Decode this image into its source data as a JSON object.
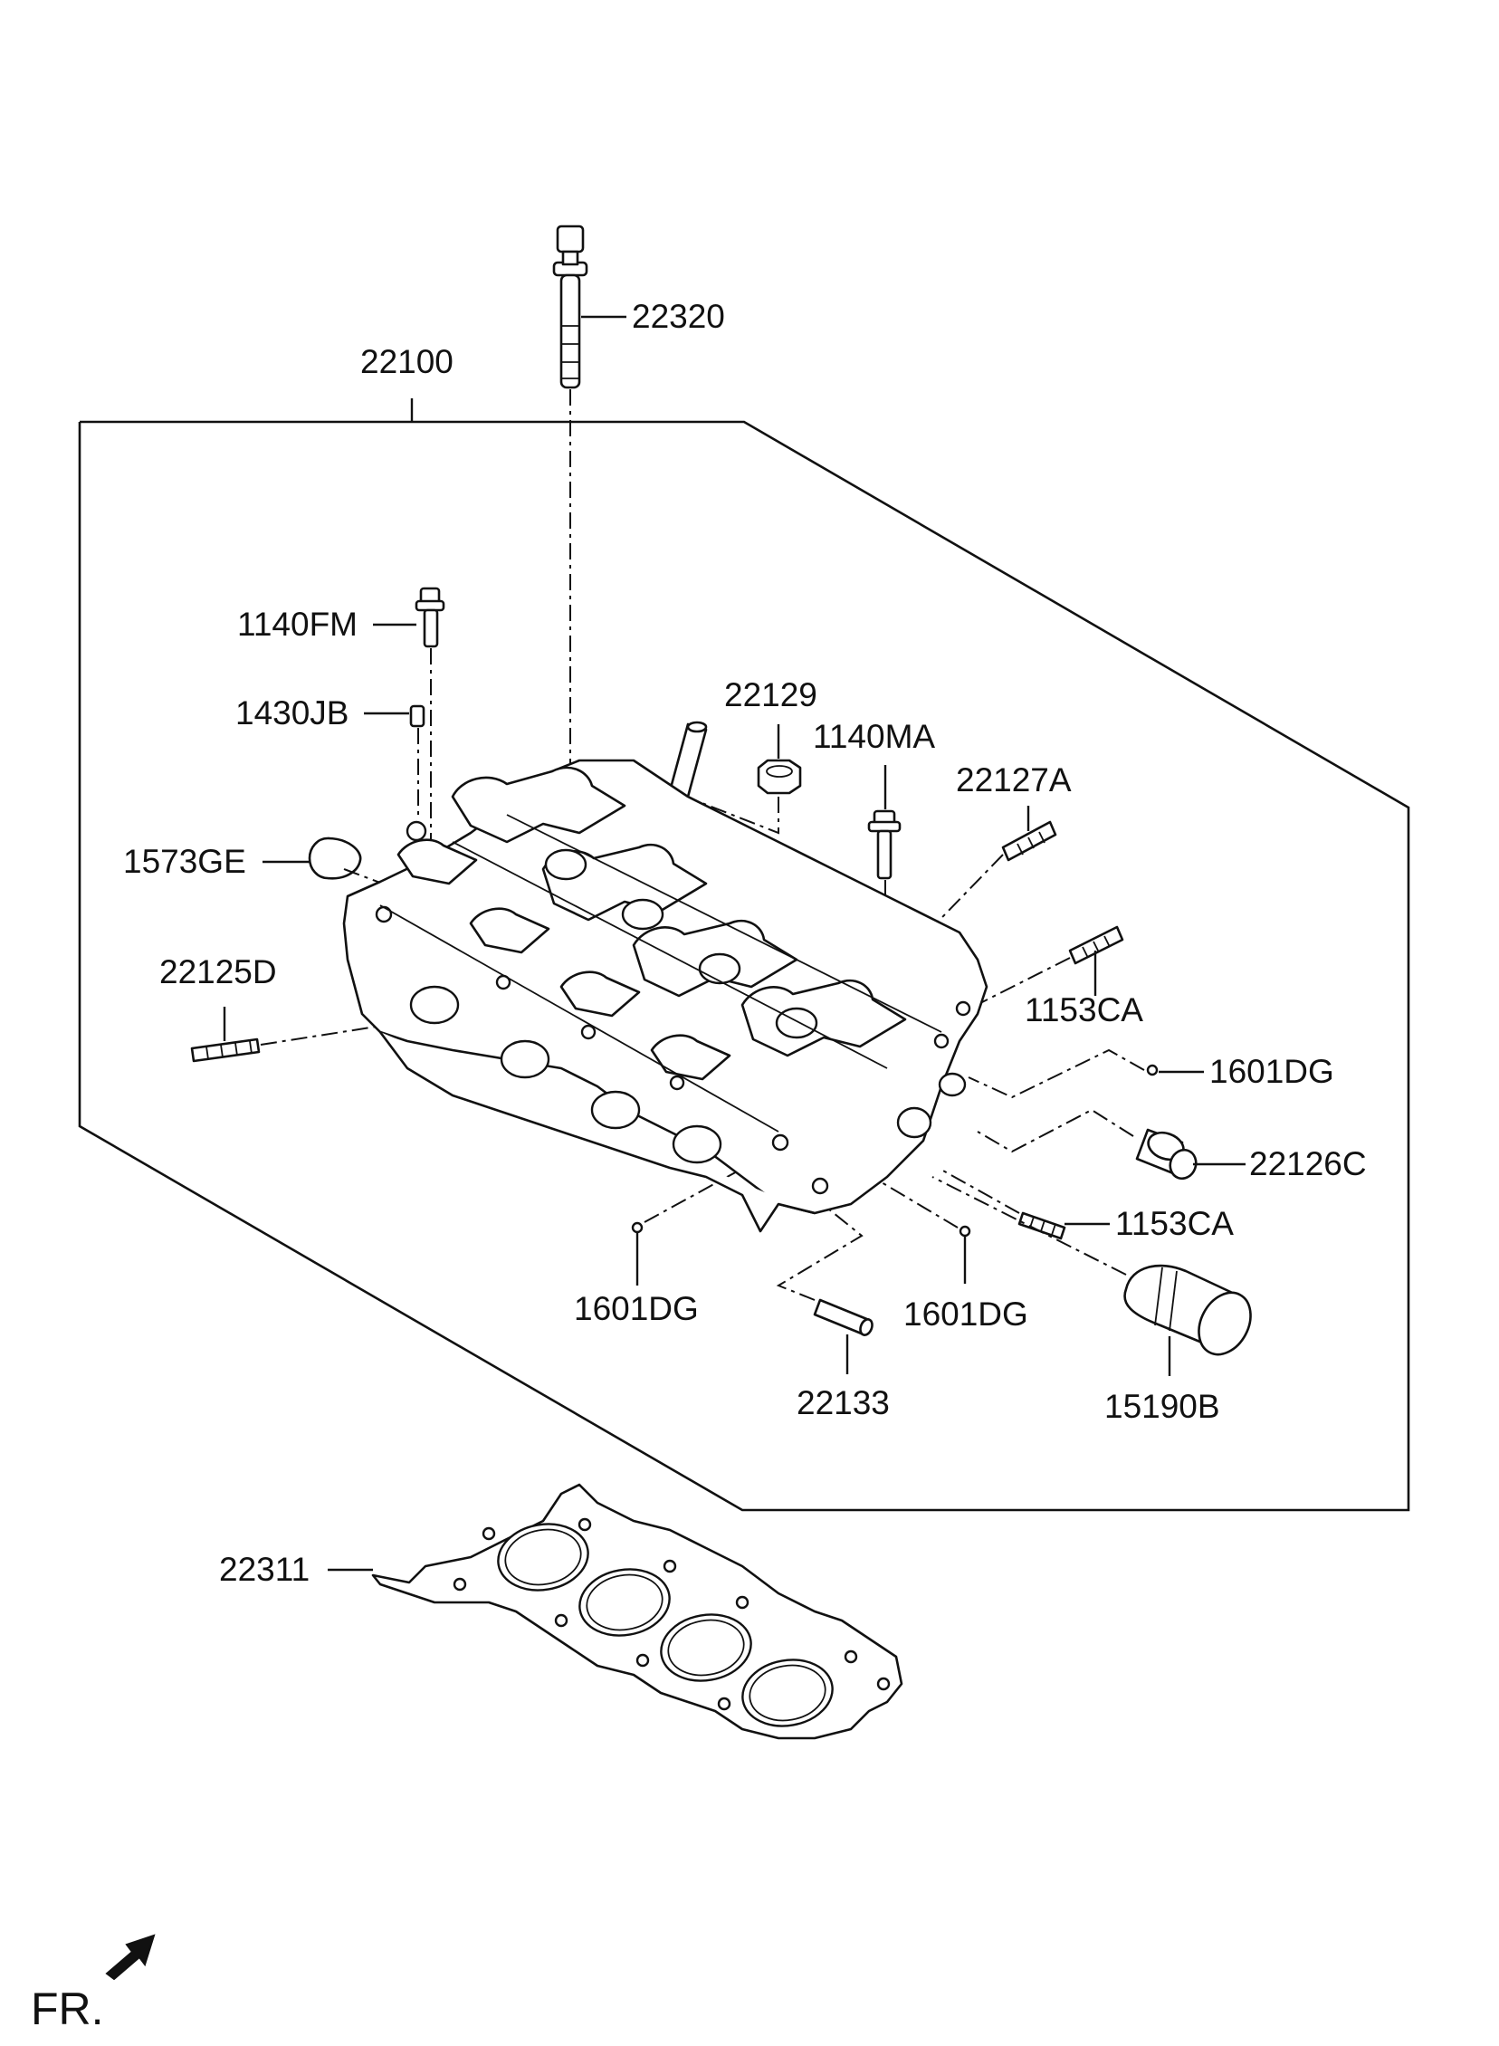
{
  "diagram": {
    "orientation_label": "FR.",
    "part_numbers": [
      {
        "id": "22320",
        "text": "22320"
      },
      {
        "id": "22100",
        "text": "22100"
      },
      {
        "id": "1140FM",
        "text": "1140FM"
      },
      {
        "id": "1430JB",
        "text": "1430JB"
      },
      {
        "id": "22129",
        "text": "22129"
      },
      {
        "id": "1140MA",
        "text": "1140MA"
      },
      {
        "id": "22127A",
        "text": "22127A"
      },
      {
        "id": "1573GE",
        "text": "1573GE"
      },
      {
        "id": "22125D",
        "text": "22125D"
      },
      {
        "id": "1153CA_top",
        "text": "1153CA"
      },
      {
        "id": "1601DG_right",
        "text": "1601DG"
      },
      {
        "id": "22126C",
        "text": "22126C"
      },
      {
        "id": "1153CA_bottom",
        "text": "1153CA"
      },
      {
        "id": "1601DG_left",
        "text": "1601DG"
      },
      {
        "id": "1601DG_mid",
        "text": "1601DG"
      },
      {
        "id": "22133",
        "text": "22133"
      },
      {
        "id": "15190B",
        "text": "15190B"
      },
      {
        "id": "22311",
        "text": "22311"
      }
    ],
    "components": [
      {
        "name": "cylinder-head-assembly",
        "icon": "cylinder-head-icon"
      },
      {
        "name": "head-bolt",
        "icon": "bolt-icon"
      },
      {
        "name": "head-gasket",
        "icon": "gasket-icon"
      },
      {
        "name": "stud",
        "icon": "stud-icon"
      },
      {
        "name": "dowel-pin",
        "icon": "pin-icon"
      },
      {
        "name": "plug",
        "icon": "plug-icon"
      },
      {
        "name": "sleeve",
        "icon": "sleeve-icon"
      },
      {
        "name": "direction-arrow",
        "icon": "arrow-icon"
      }
    ]
  }
}
